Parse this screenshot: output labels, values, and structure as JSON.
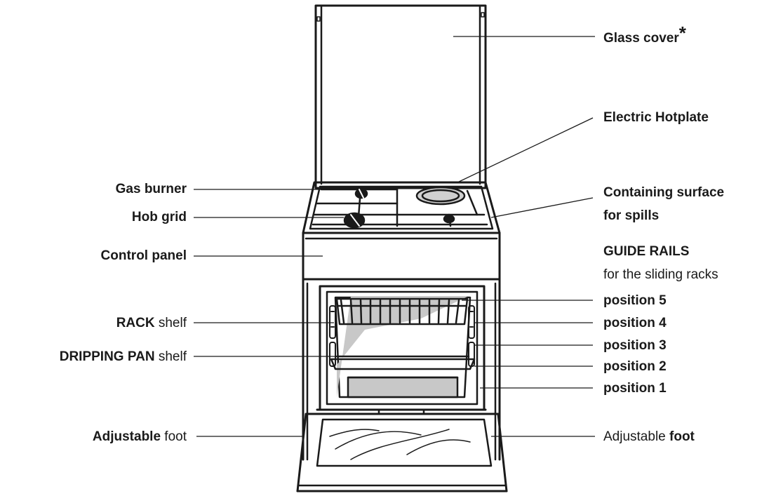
{
  "labels": {
    "glass_cover": "Glass cover",
    "glass_cover_mark": "*",
    "electric_hotplate": "Electric Hotplate",
    "gas_burner": "Gas burner",
    "hob_grid": "Hob grid",
    "containing_surface_1": "Containing surface",
    "containing_surface_2": "for spills",
    "control_panel": "Control panel",
    "guide_rails": "GUIDE RAILS",
    "guide_rails_sub": "for the sliding racks",
    "position_5": "position 5",
    "position_4": "position 4",
    "position_3": "position 3",
    "position_2": "position 2",
    "position_1": "position 1",
    "rack_bold": "RACK",
    "rack_rest": " shelf",
    "dripping_bold": "DRIPPING PAN",
    "dripping_rest": " shelf",
    "adj_left_bold": "Adjustable",
    "adj_left_rest": " foot",
    "adj_right_rest": "Adjustable ",
    "adj_right_bold": "foot"
  },
  "colors": {
    "ink": "#1a1a1a",
    "shade": "#c8c8c8",
    "hotplate": "#d0d0d0"
  }
}
